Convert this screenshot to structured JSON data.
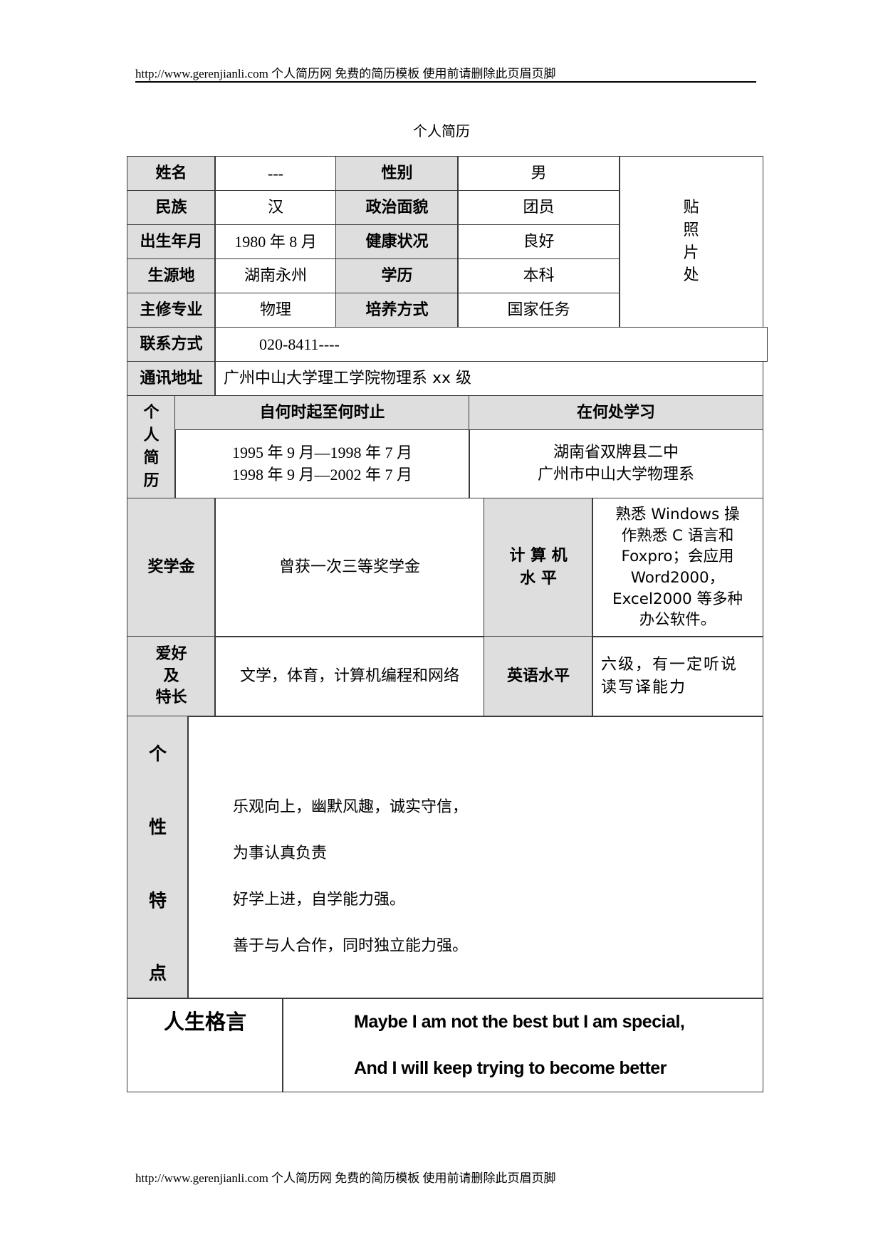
{
  "page": {
    "header_text": "http://www.gerenjianli.com 个人简历网 免费的简历模板 使用前请删除此页眉页脚",
    "footer_text": "http://www.gerenjianli.com 个人简历网 免费的简历模板 使用前请删除此页眉页脚",
    "title": "个人简历"
  },
  "basic_info": {
    "rows": [
      {
        "label1": "姓名",
        "value1": "---",
        "label2": "性别",
        "value2": "男"
      },
      {
        "label1": "民族",
        "value1": "汉",
        "label2": "政治面貌",
        "value2": "团员"
      },
      {
        "label1": "出生年月",
        "value1": "1980 年 8 月",
        "label2": "健康状况",
        "value2": "良好"
      },
      {
        "label1": "生源地",
        "value1": "湖南永州",
        "label2": "学历",
        "value2": "本科"
      },
      {
        "label1": "主修专业",
        "value1": "物理",
        "label2": "培养方式",
        "value2": "国家任务"
      }
    ],
    "photo_placeholder": [
      "贴",
      "照",
      "片",
      "处"
    ]
  },
  "contact": {
    "label": "联系方式",
    "value": "020-8411----"
  },
  "address": {
    "label": "通讯地址",
    "value": "广州中山大学理工学院物理系 xx 级"
  },
  "education": {
    "section_label": [
      "个",
      "人",
      "简",
      "历"
    ],
    "headers": {
      "period": "自何时起至何时止",
      "place": "在何处学习"
    },
    "entries": [
      {
        "period": "1995 年 9 月—1998 年 7 月",
        "place": "湖南省双牌县二中"
      },
      {
        "period": "1998 年 9 月—2002 年 7 月",
        "place": "广州市中山大学物理系"
      }
    ]
  },
  "scholarship": {
    "label": "奖学金",
    "value": "曾获一次三等奖学金"
  },
  "computer": {
    "label_line1": "计 算 机",
    "label_line2": "水 平",
    "value_lines": [
      "熟悉 Windows 操",
      "作熟悉 C 语言和",
      "Foxpro；会应用",
      "Word2000，",
      "Excel2000 等多种",
      "办公软件。"
    ]
  },
  "hobbies": {
    "label_lines": [
      "爱好",
      "及",
      "特长"
    ],
    "value": "文学，体育，计算机编程和网络"
  },
  "english": {
    "label": "英语水平",
    "value_lines": [
      "六级，有一定听说",
      "读写译能力"
    ]
  },
  "personality": {
    "label_chars": [
      "个",
      "性",
      "特",
      "点"
    ],
    "lines": [
      "乐观向上，幽默风趣，诚实守信，",
      "为事认真负责",
      "好学上进，自学能力强。",
      "善于与人合作，同时独立能力强。"
    ]
  },
  "motto": {
    "label": "人生格言",
    "lines": [
      "Maybe I am not the best but I am special,",
      "And I will keep trying to become better"
    ]
  },
  "colors": {
    "label_bg": "#dedede",
    "border": "#3a3a3a"
  }
}
